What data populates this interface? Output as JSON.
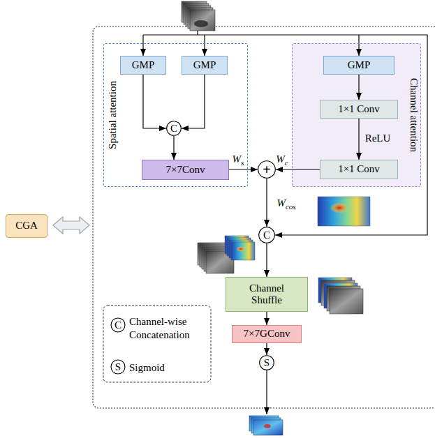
{
  "diagram": {
    "nodes": [
      {
        "text": [
          "Spatial attention"
        ]
      },
      {
        "text": [
          "GMP"
        ],
        "in": 0
      },
      {
        "text": [
          "GMP"
        ],
        "in": 0
      },
      {
        "text": [
          "C"
        ],
        "in": 0
      },
      {
        "text": [
          "7×7Conv"
        ],
        "in": 0
      },
      {
        "text": [
          "Channel attention"
        ]
      },
      {
        "text": [
          "GMP"
        ],
        "in": 5
      },
      {
        "text": [
          "1×1 Conv"
        ],
        "in": 5
      },
      {
        "text": [
          "1×1 Conv"
        ],
        "in": 5
      },
      {
        "text": [
          "+"
        ]
      },
      {
        "text": [
          "C"
        ]
      },
      {
        "text": [
          "Channel Shuffle"
        ]
      },
      {
        "text": [
          "7×7GConv"
        ]
      },
      {
        "text": [
          "S"
        ]
      },
      {
        "text": [
          "CGA"
        ]
      }
    ],
    "edges": [
      {
        "from": 1,
        "to": 3,
        "arrow": "to"
      },
      {
        "from": 2,
        "to": 3,
        "arrow": "to"
      },
      {
        "from": 3,
        "to": 4,
        "arrow": "to"
      },
      {
        "from": 4,
        "to": 9,
        "arrow": "to",
        "label": "Ws"
      },
      {
        "from": 6,
        "to": 7,
        "arrow": "to"
      },
      {
        "from": 7,
        "to": 8,
        "arrow": "to",
        "label": "ReLU"
      },
      {
        "from": 8,
        "to": 9,
        "arrow": "to",
        "label": "Wc"
      },
      {
        "from": 9,
        "to": 10,
        "arrow": "to",
        "label": "Wcos"
      },
      {
        "from": 10,
        "to": 11,
        "arrow": "to"
      },
      {
        "from": 11,
        "to": 12,
        "arrow": "to"
      },
      {
        "from": 12,
        "to": 13,
        "arrow": "to"
      }
    ],
    "labels": [
      "C",
      "S"
    ],
    "legend": [
      {
        "text": "Channel-wise Concatenation"
      },
      {
        "text": "Sigmoid"
      }
    ]
  }
}
